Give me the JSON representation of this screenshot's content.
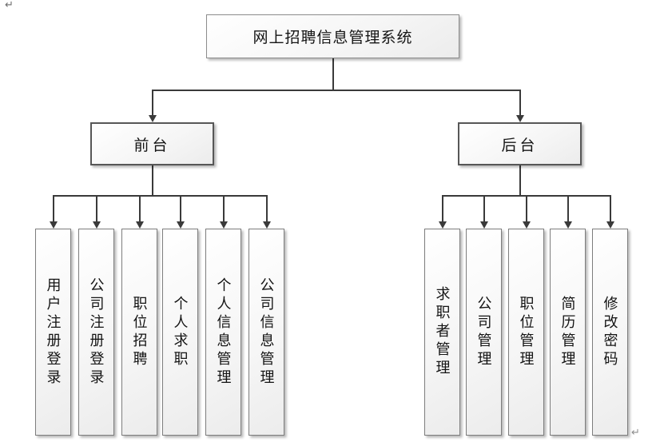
{
  "marks": {
    "paragraph_return": "↵"
  },
  "colors": {
    "connector": "#3a3a3a",
    "box_border": "#7d7d7d",
    "box_fill": "#f2f2f2",
    "text": "#141414"
  },
  "tree": {
    "root": {
      "label": "网上招聘信息管理系统"
    },
    "branches": [
      {
        "label": "前台",
        "children": [
          "用户注册登录",
          "公司注册登录",
          "职位招聘",
          "个人求职",
          "个人信息管理",
          "公司信息管理"
        ]
      },
      {
        "label": "后台",
        "children": [
          "求职者管理",
          "公司管理",
          "职位管理",
          "简历管理",
          "修改密码"
        ]
      }
    ]
  }
}
